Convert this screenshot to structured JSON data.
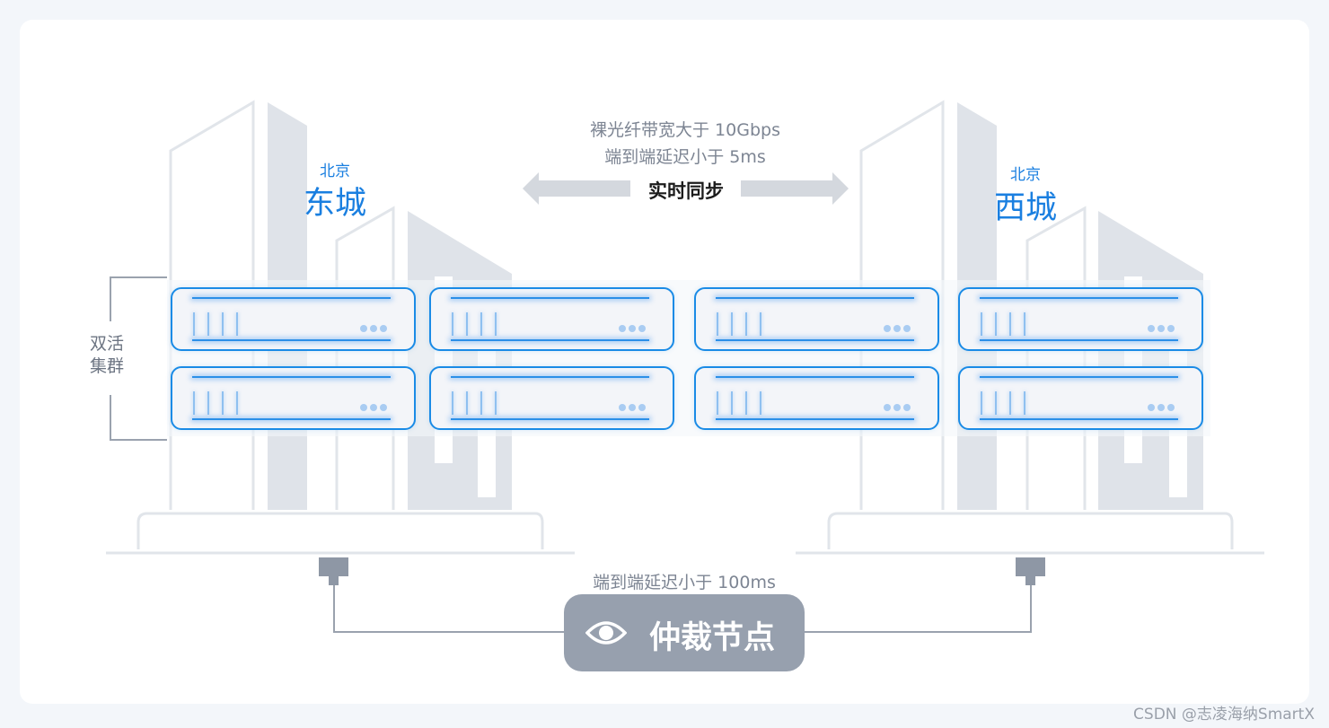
{
  "diagram": {
    "east_city": {
      "region": "北京",
      "name": "东城"
    },
    "west_city": {
      "region": "北京",
      "name": "西城"
    },
    "link": {
      "bandwidth": "裸光纤带宽大于 10Gbps",
      "latency": "端到端延迟小于 5ms",
      "sync_label": "实时同步"
    },
    "cluster_label": {
      "line1": "双活",
      "line2": "集群"
    },
    "arbiter": {
      "latency": "端到端延迟小于 100ms",
      "label": "仲裁节点",
      "icon": "eye-icon"
    },
    "colors": {
      "accent": "#1a8be6",
      "building": "#dfe3e9",
      "building_outline": "#e1e5ea",
      "arrow": "#d4d8de",
      "arbiter": "#97a0ae"
    }
  },
  "watermark": "CSDN @志凌海纳SmartX"
}
